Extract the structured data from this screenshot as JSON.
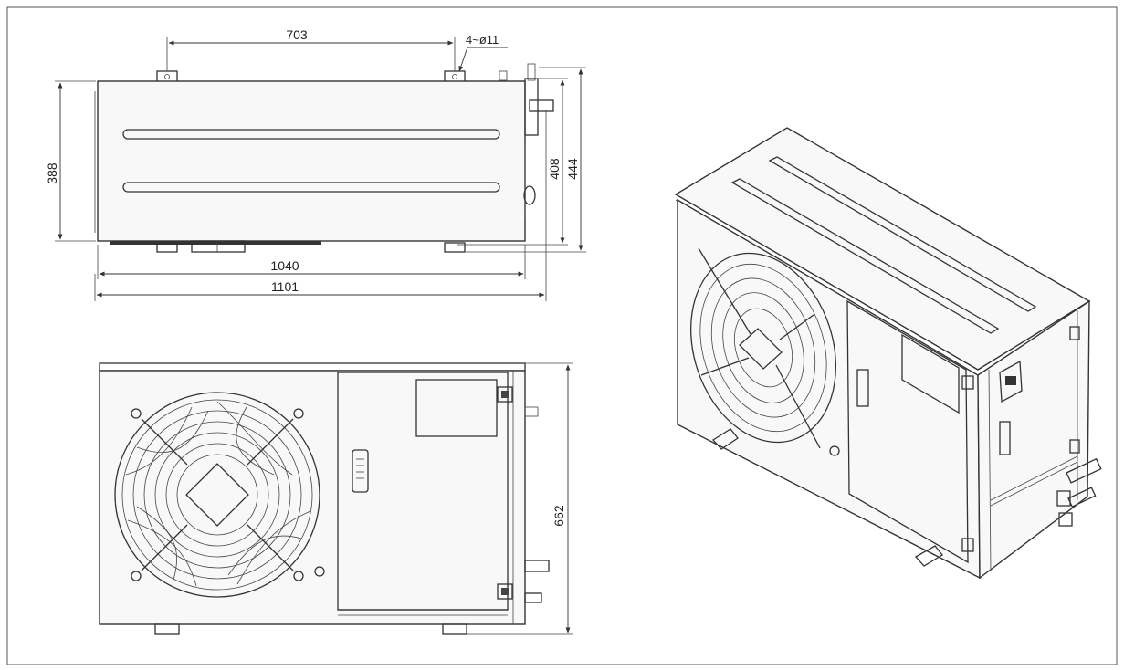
{
  "dimensions": {
    "fixing_pitch": "703",
    "mounting_holes": "4~ø11",
    "top_view_depth": "388",
    "overall_depth": "408",
    "max_depth": "444",
    "body_width": "1040",
    "overall_width": "1101",
    "height": "662"
  },
  "colors": {
    "line": "#333333",
    "background": "#ffffff",
    "panel": "#f8f8f8"
  }
}
